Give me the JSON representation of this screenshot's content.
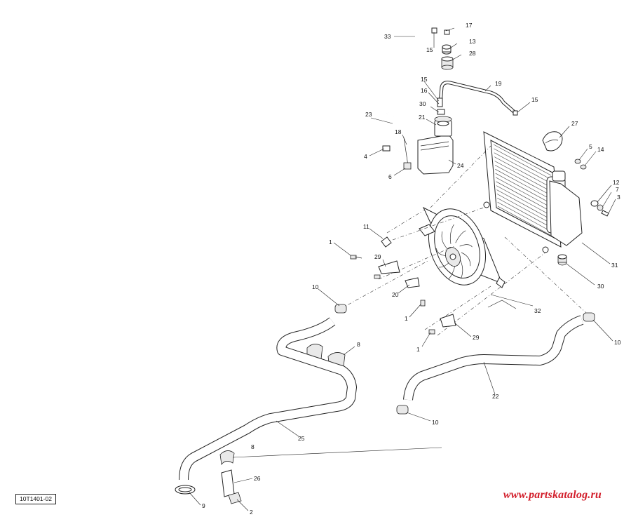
{
  "diagram": {
    "reference_code": "10T1401-02",
    "watermark": "www.partskatalog.ru",
    "callouts": [
      "33",
      "17",
      "15",
      "13",
      "28",
      "15",
      "19",
      "16",
      "30",
      "15",
      "23",
      "21",
      "27",
      "18",
      "5",
      "14",
      "24",
      "4",
      "6",
      "12",
      "7",
      "3",
      "11",
      "1",
      "29",
      "31",
      "30",
      "10",
      "20",
      "32",
      "1",
      "8",
      "1",
      "29",
      "10",
      "22",
      "25",
      "10",
      "8",
      "26",
      "9",
      "2"
    ]
  }
}
